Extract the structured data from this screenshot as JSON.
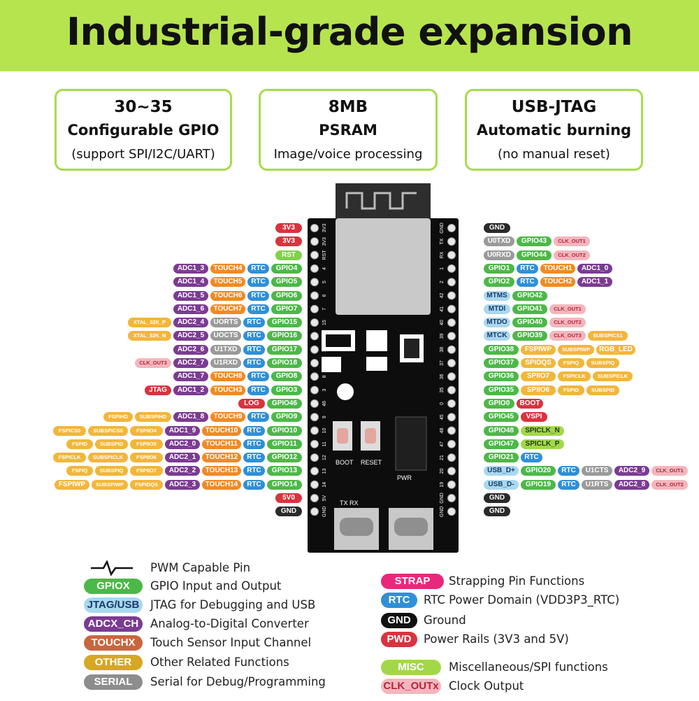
{
  "title": "Industrial-grade expansion",
  "features": [
    {
      "line1": "30~35",
      "line2": "Configurable GPIO",
      "line3": "(support SPI/I2C/UART)"
    },
    {
      "line1": "8MB",
      "line2": "PSRAM",
      "line3": "Image/voice processing"
    },
    {
      "line1": "USB-JTAG",
      "line2": "Automatic burning",
      "line3": "(no manual reset)"
    }
  ],
  "colors": {
    "banner": "#b6e44e",
    "red": "#d9333f",
    "power_green": "#7ed24a",
    "gpio_green": "#4cb848",
    "rtc": "#2f8fd8",
    "touch": "#f08a24",
    "adc": "#7b3b92",
    "serial": "#9a9a9a",
    "other": "#f2b63a",
    "clk": "#f4b6bd",
    "jtag": "#a8d8f0",
    "magenta": "#e8287b",
    "gnd": "#2a2a2a",
    "misc": "#a3d74a",
    "board": "#0d0d0d"
  },
  "board": {
    "left_pins": [
      "3V3",
      "3V3",
      "RST",
      "4",
      "5",
      "6",
      "7",
      "15",
      "16",
      "17",
      "18",
      "8",
      "3",
      "46",
      "9",
      "10",
      "11",
      "12",
      "13",
      "14",
      "5V",
      "GND"
    ],
    "right_pins": [
      "GND",
      "TX",
      "RX",
      "1",
      "2",
      "42",
      "41",
      "40",
      "39",
      "38",
      "37",
      "36",
      "35",
      "0",
      "45",
      "48",
      "47",
      "21",
      "20",
      "19",
      "GND",
      "GND"
    ],
    "silk": {
      "boot": "BOOT",
      "reset": "RESET",
      "pwr": "PWR",
      "txrx": "TX RX"
    }
  },
  "pin_labels": {
    "left": [
      [
        {
          "t": "3V3",
          "c": "red"
        }
      ],
      [
        {
          "t": "3V3",
          "c": "red"
        }
      ],
      [
        {
          "t": "RST",
          "c": "power_green"
        }
      ],
      [
        {
          "t": "ADC1_3",
          "c": "adc"
        },
        {
          "t": "TOUCH4",
          "c": "touch"
        },
        {
          "t": "RTC",
          "c": "rtc"
        },
        {
          "t": "GPIO4",
          "c": "gpio_green"
        }
      ],
      [
        {
          "t": "ADC1_4",
          "c": "adc"
        },
        {
          "t": "TOUCH5",
          "c": "touch"
        },
        {
          "t": "RTC",
          "c": "rtc"
        },
        {
          "t": "GPIO5",
          "c": "gpio_green"
        }
      ],
      [
        {
          "t": "ADC1_5",
          "c": "adc"
        },
        {
          "t": "TOUCH6",
          "c": "touch"
        },
        {
          "t": "RTC",
          "c": "rtc"
        },
        {
          "t": "GPIO6",
          "c": "gpio_green"
        }
      ],
      [
        {
          "t": "ADC1_6",
          "c": "adc"
        },
        {
          "t": "TOUCH7",
          "c": "touch"
        },
        {
          "t": "RTC",
          "c": "rtc"
        },
        {
          "t": "GPIO7",
          "c": "gpio_green"
        }
      ],
      [
        {
          "t": "XTAL_32K_P",
          "c": "other"
        },
        {
          "t": "ADC2_4",
          "c": "adc"
        },
        {
          "t": "UORTS",
          "c": "serial"
        },
        {
          "t": "RTC",
          "c": "rtc"
        },
        {
          "t": "GPIO15",
          "c": "gpio_green"
        }
      ],
      [
        {
          "t": "XTAL_32K_N",
          "c": "other"
        },
        {
          "t": "ADC2_5",
          "c": "adc"
        },
        {
          "t": "UOCTS",
          "c": "serial"
        },
        {
          "t": "RTC",
          "c": "rtc"
        },
        {
          "t": "GPIO16",
          "c": "gpio_green"
        }
      ],
      [
        {
          "t": "ADC2_6",
          "c": "adc"
        },
        {
          "t": "U1TXD",
          "c": "serial"
        },
        {
          "t": "RTC",
          "c": "rtc"
        },
        {
          "t": "GPIO17",
          "c": "gpio_green"
        }
      ],
      [
        {
          "t": "CLK_OUT3",
          "c": "clk"
        },
        {
          "t": "ADC2_7",
          "c": "adc"
        },
        {
          "t": "U1RXD",
          "c": "serial"
        },
        {
          "t": "RTC",
          "c": "rtc"
        },
        {
          "t": "GPIO18",
          "c": "gpio_green"
        }
      ],
      [
        {
          "t": "ADC1_7",
          "c": "adc"
        },
        {
          "t": "TOUCH8",
          "c": "touch"
        },
        {
          "t": "RTC",
          "c": "rtc"
        },
        {
          "t": "GPIO8",
          "c": "gpio_green"
        }
      ],
      [
        {
          "t": "JTAG",
          "c": "red"
        },
        {
          "t": "ADC1_2",
          "c": "adc"
        },
        {
          "t": "TOUCH3",
          "c": "touch"
        },
        {
          "t": "RTC",
          "c": "rtc"
        },
        {
          "t": "GPIO3",
          "c": "gpio_green"
        }
      ],
      [
        {
          "t": "LOG",
          "c": "red"
        },
        {
          "t": "GPIO46",
          "c": "gpio_green"
        }
      ],
      [
        {
          "t": "FSPIHD",
          "c": "other"
        },
        {
          "t": "SUBSPIHD",
          "c": "other"
        },
        {
          "t": "ADC1_8",
          "c": "adc"
        },
        {
          "t": "TOUCH9",
          "c": "touch"
        },
        {
          "t": "RTC",
          "c": "rtc"
        },
        {
          "t": "GPIO9",
          "c": "gpio_green"
        }
      ],
      [
        {
          "t": "FSPICS0",
          "c": "other"
        },
        {
          "t": "SUBSPICS0",
          "c": "other"
        },
        {
          "t": "FSPIIO4",
          "c": "other"
        },
        {
          "t": "ADC1_9",
          "c": "adc"
        },
        {
          "t": "TOUCH10",
          "c": "touch"
        },
        {
          "t": "RTC",
          "c": "rtc"
        },
        {
          "t": "GPIO10",
          "c": "gpio_green"
        }
      ],
      [
        {
          "t": "FSPID",
          "c": "other"
        },
        {
          "t": "SUBSPID",
          "c": "other"
        },
        {
          "t": "FSPIIO5",
          "c": "other"
        },
        {
          "t": "ADC2_0",
          "c": "adc"
        },
        {
          "t": "TOUCH11",
          "c": "touch"
        },
        {
          "t": "RTC",
          "c": "rtc"
        },
        {
          "t": "GPIO11",
          "c": "gpio_green"
        }
      ],
      [
        {
          "t": "FSPICLK",
          "c": "other"
        },
        {
          "t": "SUBSPICLK",
          "c": "other"
        },
        {
          "t": "FSPIIO6",
          "c": "other"
        },
        {
          "t": "ADC2_1",
          "c": "adc"
        },
        {
          "t": "TOUCH12",
          "c": "touch"
        },
        {
          "t": "RTC",
          "c": "rtc"
        },
        {
          "t": "GPIO12",
          "c": "gpio_green"
        }
      ],
      [
        {
          "t": "FSPIQ",
          "c": "other"
        },
        {
          "t": "SUBSPIQ",
          "c": "other"
        },
        {
          "t": "FSPIIO7",
          "c": "other"
        },
        {
          "t": "ADC2_2",
          "c": "adc"
        },
        {
          "t": "TOUCH13",
          "c": "touch"
        },
        {
          "t": "RTC",
          "c": "rtc"
        },
        {
          "t": "GPIO13",
          "c": "gpio_green"
        }
      ],
      [
        {
          "t": "FSPIWP",
          "c": "other"
        },
        {
          "t": "SUBSPIWP",
          "c": "other"
        },
        {
          "t": "FSPIDQS",
          "c": "other"
        },
        {
          "t": "ADC2_3",
          "c": "adc"
        },
        {
          "t": "TOUCH14",
          "c": "touch"
        },
        {
          "t": "RTC",
          "c": "rtc"
        },
        {
          "t": "GPIO14",
          "c": "gpio_green"
        }
      ],
      [
        {
          "t": "5V0",
          "c": "red"
        }
      ],
      [
        {
          "t": "GND",
          "c": "gnd"
        }
      ]
    ],
    "right": [
      [
        {
          "t": "GND",
          "c": "gnd"
        }
      ],
      [
        {
          "t": "U0TXD",
          "c": "serial"
        },
        {
          "t": "GPIO43",
          "c": "gpio_green"
        },
        {
          "t": "CLK_OUT1",
          "c": "clk"
        }
      ],
      [
        {
          "t": "U0RXD",
          "c": "serial"
        },
        {
          "t": "GPIO44",
          "c": "gpio_green"
        },
        {
          "t": "CLK_OUT2",
          "c": "clk"
        }
      ],
      [
        {
          "t": "GPIO1",
          "c": "gpio_green"
        },
        {
          "t": "RTC",
          "c": "rtc"
        },
        {
          "t": "TOUCH1",
          "c": "touch"
        },
        {
          "t": "ADC1_0",
          "c": "adc"
        }
      ],
      [
        {
          "t": "GPIO2",
          "c": "gpio_green"
        },
        {
          "t": "RTC",
          "c": "rtc"
        },
        {
          "t": "TOUCH2",
          "c": "touch"
        },
        {
          "t": "ADC1_1",
          "c": "adc"
        }
      ],
      [
        {
          "t": "MTMS",
          "c": "jtag"
        },
        {
          "t": "GPIO42",
          "c": "gpio_green"
        }
      ],
      [
        {
          "t": "MTDI",
          "c": "jtag"
        },
        {
          "t": "GPIO41",
          "c": "gpio_green"
        },
        {
          "t": "CLK_OUT1",
          "c": "clk"
        }
      ],
      [
        {
          "t": "MTDO",
          "c": "jtag"
        },
        {
          "t": "GPIO40",
          "c": "gpio_green"
        },
        {
          "t": "CLK_OUT2",
          "c": "clk"
        }
      ],
      [
        {
          "t": "MTCK",
          "c": "jtag"
        },
        {
          "t": "GPIO39",
          "c": "gpio_green"
        },
        {
          "t": "CLK_OUT3",
          "c": "clk"
        },
        {
          "t": "SUBSPICS1",
          "c": "other"
        }
      ],
      [
        {
          "t": "GPIO38",
          "c": "gpio_green"
        },
        {
          "t": "FSPIWP",
          "c": "other"
        },
        {
          "t": "SUBSPIWP",
          "c": "other"
        },
        {
          "t": "RGB_LED",
          "c": "other"
        }
      ],
      [
        {
          "t": "GPIO37",
          "c": "gpio_green"
        },
        {
          "t": "SPIDQS",
          "c": "other"
        },
        {
          "t": "FSPIQ",
          "c": "other"
        },
        {
          "t": "SUBSPIQ",
          "c": "other"
        }
      ],
      [
        {
          "t": "GPIO36",
          "c": "gpio_green"
        },
        {
          "t": "SPIIO7",
          "c": "other"
        },
        {
          "t": "FSPICLK",
          "c": "other"
        },
        {
          "t": "SUBSPICLK",
          "c": "other"
        }
      ],
      [
        {
          "t": "GPIO35",
          "c": "gpio_green"
        },
        {
          "t": "SPIIO6",
          "c": "other"
        },
        {
          "t": "FSPID",
          "c": "other"
        },
        {
          "t": "SUBSPID",
          "c": "other"
        }
      ],
      [
        {
          "t": "GPIO0",
          "c": "gpio_green"
        },
        {
          "t": "BOOT",
          "c": "red"
        }
      ],
      [
        {
          "t": "GPIO45",
          "c": "gpio_green"
        },
        {
          "t": "VSPI",
          "c": "red"
        }
      ],
      [
        {
          "t": "GPIO48",
          "c": "gpio_green"
        },
        {
          "t": "SPICLK_N",
          "c": "misc"
        }
      ],
      [
        {
          "t": "GPIO47",
          "c": "gpio_green"
        },
        {
          "t": "SPICLK_P",
          "c": "misc"
        }
      ],
      [
        {
          "t": "GPIO21",
          "c": "gpio_green"
        },
        {
          "t": "RTC",
          "c": "rtc"
        }
      ],
      [
        {
          "t": "USB_D+",
          "c": "jtag"
        },
        {
          "t": "GPIO20",
          "c": "gpio_green"
        },
        {
          "t": "RTC",
          "c": "rtc"
        },
        {
          "t": "U1CTS",
          "c": "serial"
        },
        {
          "t": "ADC2_9",
          "c": "adc"
        },
        {
          "t": "CLK_OUT1",
          "c": "clk"
        }
      ],
      [
        {
          "t": "USB_D-",
          "c": "jtag"
        },
        {
          "t": "GPIO19",
          "c": "gpio_green"
        },
        {
          "t": "RTC",
          "c": "rtc"
        },
        {
          "t": "U1RTS",
          "c": "serial"
        },
        {
          "t": "ADC2_8",
          "c": "adc"
        },
        {
          "t": "CLK_OUT2",
          "c": "clk"
        }
      ],
      [
        {
          "t": "GND",
          "c": "gnd"
        }
      ],
      [
        {
          "t": "GND",
          "c": "gnd"
        }
      ]
    ]
  },
  "legend": [
    {
      "sym": "",
      "icon": "pwm-wave-icon",
      "text": "PWM Capable Pin"
    },
    {
      "sym": "GPIOX",
      "color": "gpio_green",
      "text": "GPIO Input and Output"
    },
    {
      "sym": "JTAG/USB",
      "color": "jtag",
      "text": "JTAG for Debugging and USB"
    },
    {
      "sym": "ADCX_CH",
      "color": "adc",
      "text": "Analog-to-Digital Converter"
    },
    {
      "sym": "TOUCHX",
      "color": "touch",
      "text": "Touch Sensor Input Channel"
    },
    {
      "sym": "OTHER",
      "color": "other",
      "text": "Other Related Functions"
    },
    {
      "sym": "SERIAL",
      "color": "serial",
      "text": "Serial for Debug/Programming"
    },
    {
      "sym": "STRAP",
      "color": "magenta",
      "text": "Strapping Pin Functions"
    },
    {
      "sym": "RTC",
      "color": "rtc",
      "text": "RTC Power Domain (VDD3P3_RTC)"
    },
    {
      "sym": "GND",
      "color": "gnd",
      "text": "Ground"
    },
    {
      "sym": "PWD",
      "color": "red",
      "text": "Power Rails (3V3 and 5V)"
    },
    {
      "sym": "MISC",
      "color": "misc",
      "text": "Miscellaneous/SPI functions"
    },
    {
      "sym": "CLK_OUTx",
      "color": "clk",
      "text": "Clock Output"
    }
  ]
}
